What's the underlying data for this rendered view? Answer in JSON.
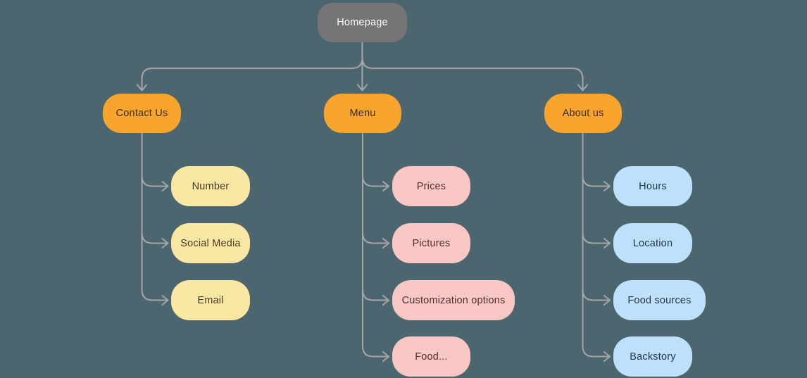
{
  "diagram_type": "sitemap-flowchart",
  "palette": {
    "canvas_bg": "#4C6670",
    "connector": "#A6A6A6",
    "root_fill": "#757578",
    "root_text": "#FFFFFF",
    "section_fill": "#F9A42C",
    "section_text": "#3B2A0B",
    "yellow_fill": "#FBE7A4",
    "yellow_text": "#4A3820",
    "pink_fill": "#F9C8C4",
    "pink_text": "#532F29",
    "blue_fill": "#BEE0FB",
    "blue_text": "#20384F"
  },
  "nodes": {
    "homepage": {
      "label": "Homepage"
    },
    "contact_us": {
      "label": "Contact Us"
    },
    "menu": {
      "label": "Menu"
    },
    "about_us": {
      "label": "About us"
    },
    "number": {
      "label": "Number"
    },
    "social_media": {
      "label": "Social Media"
    },
    "email": {
      "label": "Email"
    },
    "prices": {
      "label": "Prices"
    },
    "pictures": {
      "label": "Pictures"
    },
    "customization_options": {
      "label": "Customization options"
    },
    "food": {
      "label": "Food..."
    },
    "hours": {
      "label": "Hours"
    },
    "location": {
      "label": "Location"
    },
    "food_sources": {
      "label": "Food sources"
    },
    "backstory": {
      "label": "Backstory"
    }
  },
  "edges": [
    {
      "from": "Homepage",
      "to": "Contact Us"
    },
    {
      "from": "Homepage",
      "to": "Menu"
    },
    {
      "from": "Homepage",
      "to": "About us"
    },
    {
      "from": "Contact Us",
      "to": "Number"
    },
    {
      "from": "Contact Us",
      "to": "Social Media"
    },
    {
      "from": "Contact Us",
      "to": "Email"
    },
    {
      "from": "Menu",
      "to": "Prices"
    },
    {
      "from": "Menu",
      "to": "Pictures"
    },
    {
      "from": "Menu",
      "to": "Customization options"
    },
    {
      "from": "Menu",
      "to": "Food..."
    },
    {
      "from": "About us",
      "to": "Hours"
    },
    {
      "from": "About us",
      "to": "Location"
    },
    {
      "from": "About us",
      "to": "Food sources"
    },
    {
      "from": "About us",
      "to": "Backstory"
    }
  ]
}
